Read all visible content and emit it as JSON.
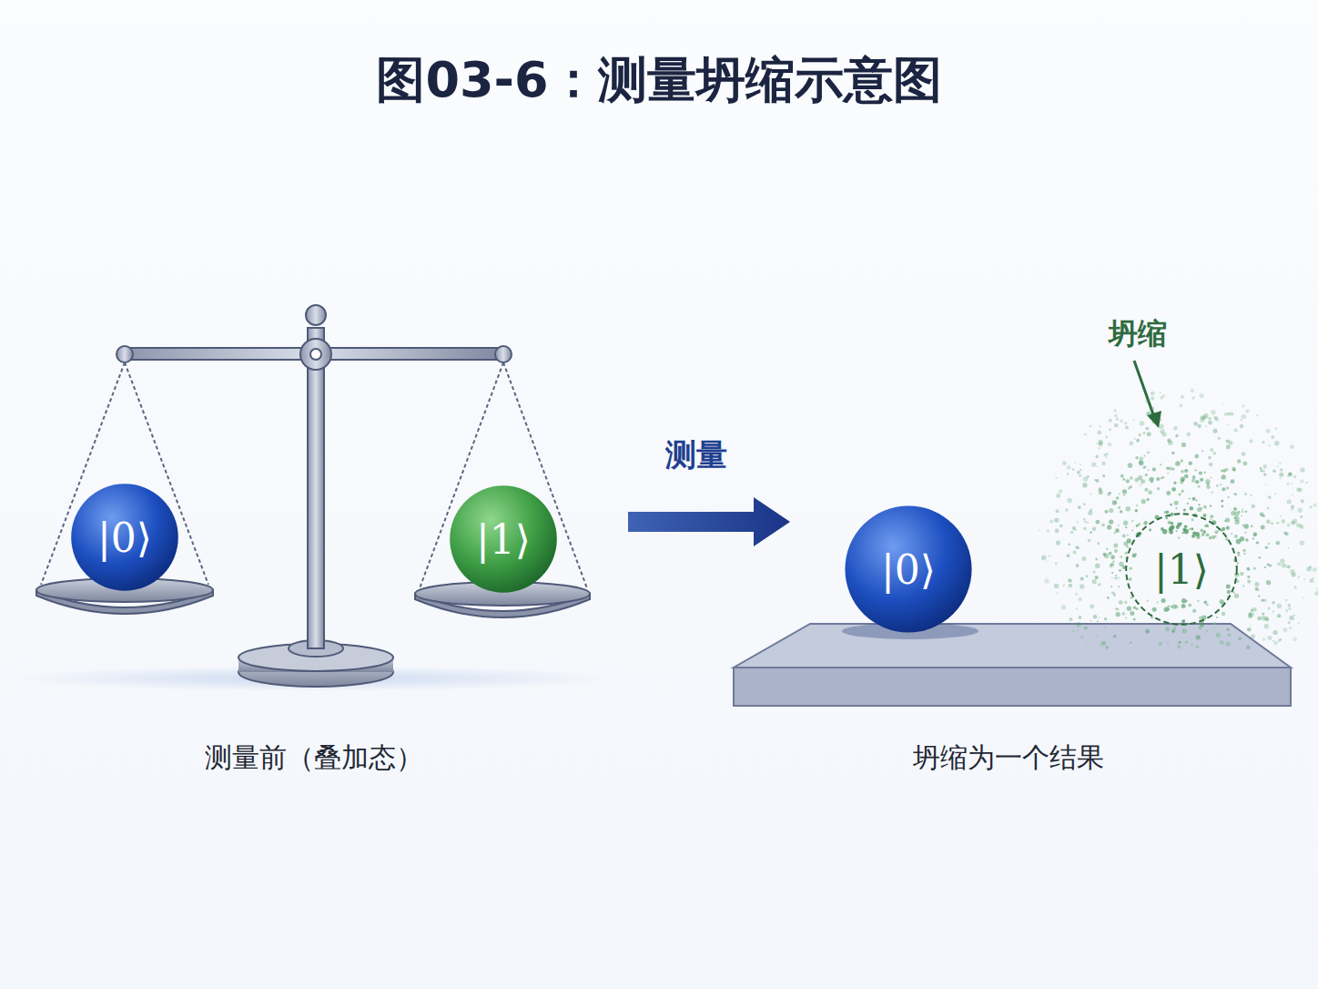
{
  "diagram": {
    "title": "图03-6：测量坍缩示意图",
    "nodes": [
      {
        "text": [
          "|0⟩"
        ]
      },
      {
        "text": [
          "|1⟩"
        ]
      },
      {
        "text": [
          "|0⟩"
        ]
      },
      {
        "text": [
          "|1⟩"
        ]
      }
    ],
    "labels": [
      "测量",
      "坍缩",
      "测量前（叠加态）",
      "坍缩为一个结果"
    ]
  }
}
